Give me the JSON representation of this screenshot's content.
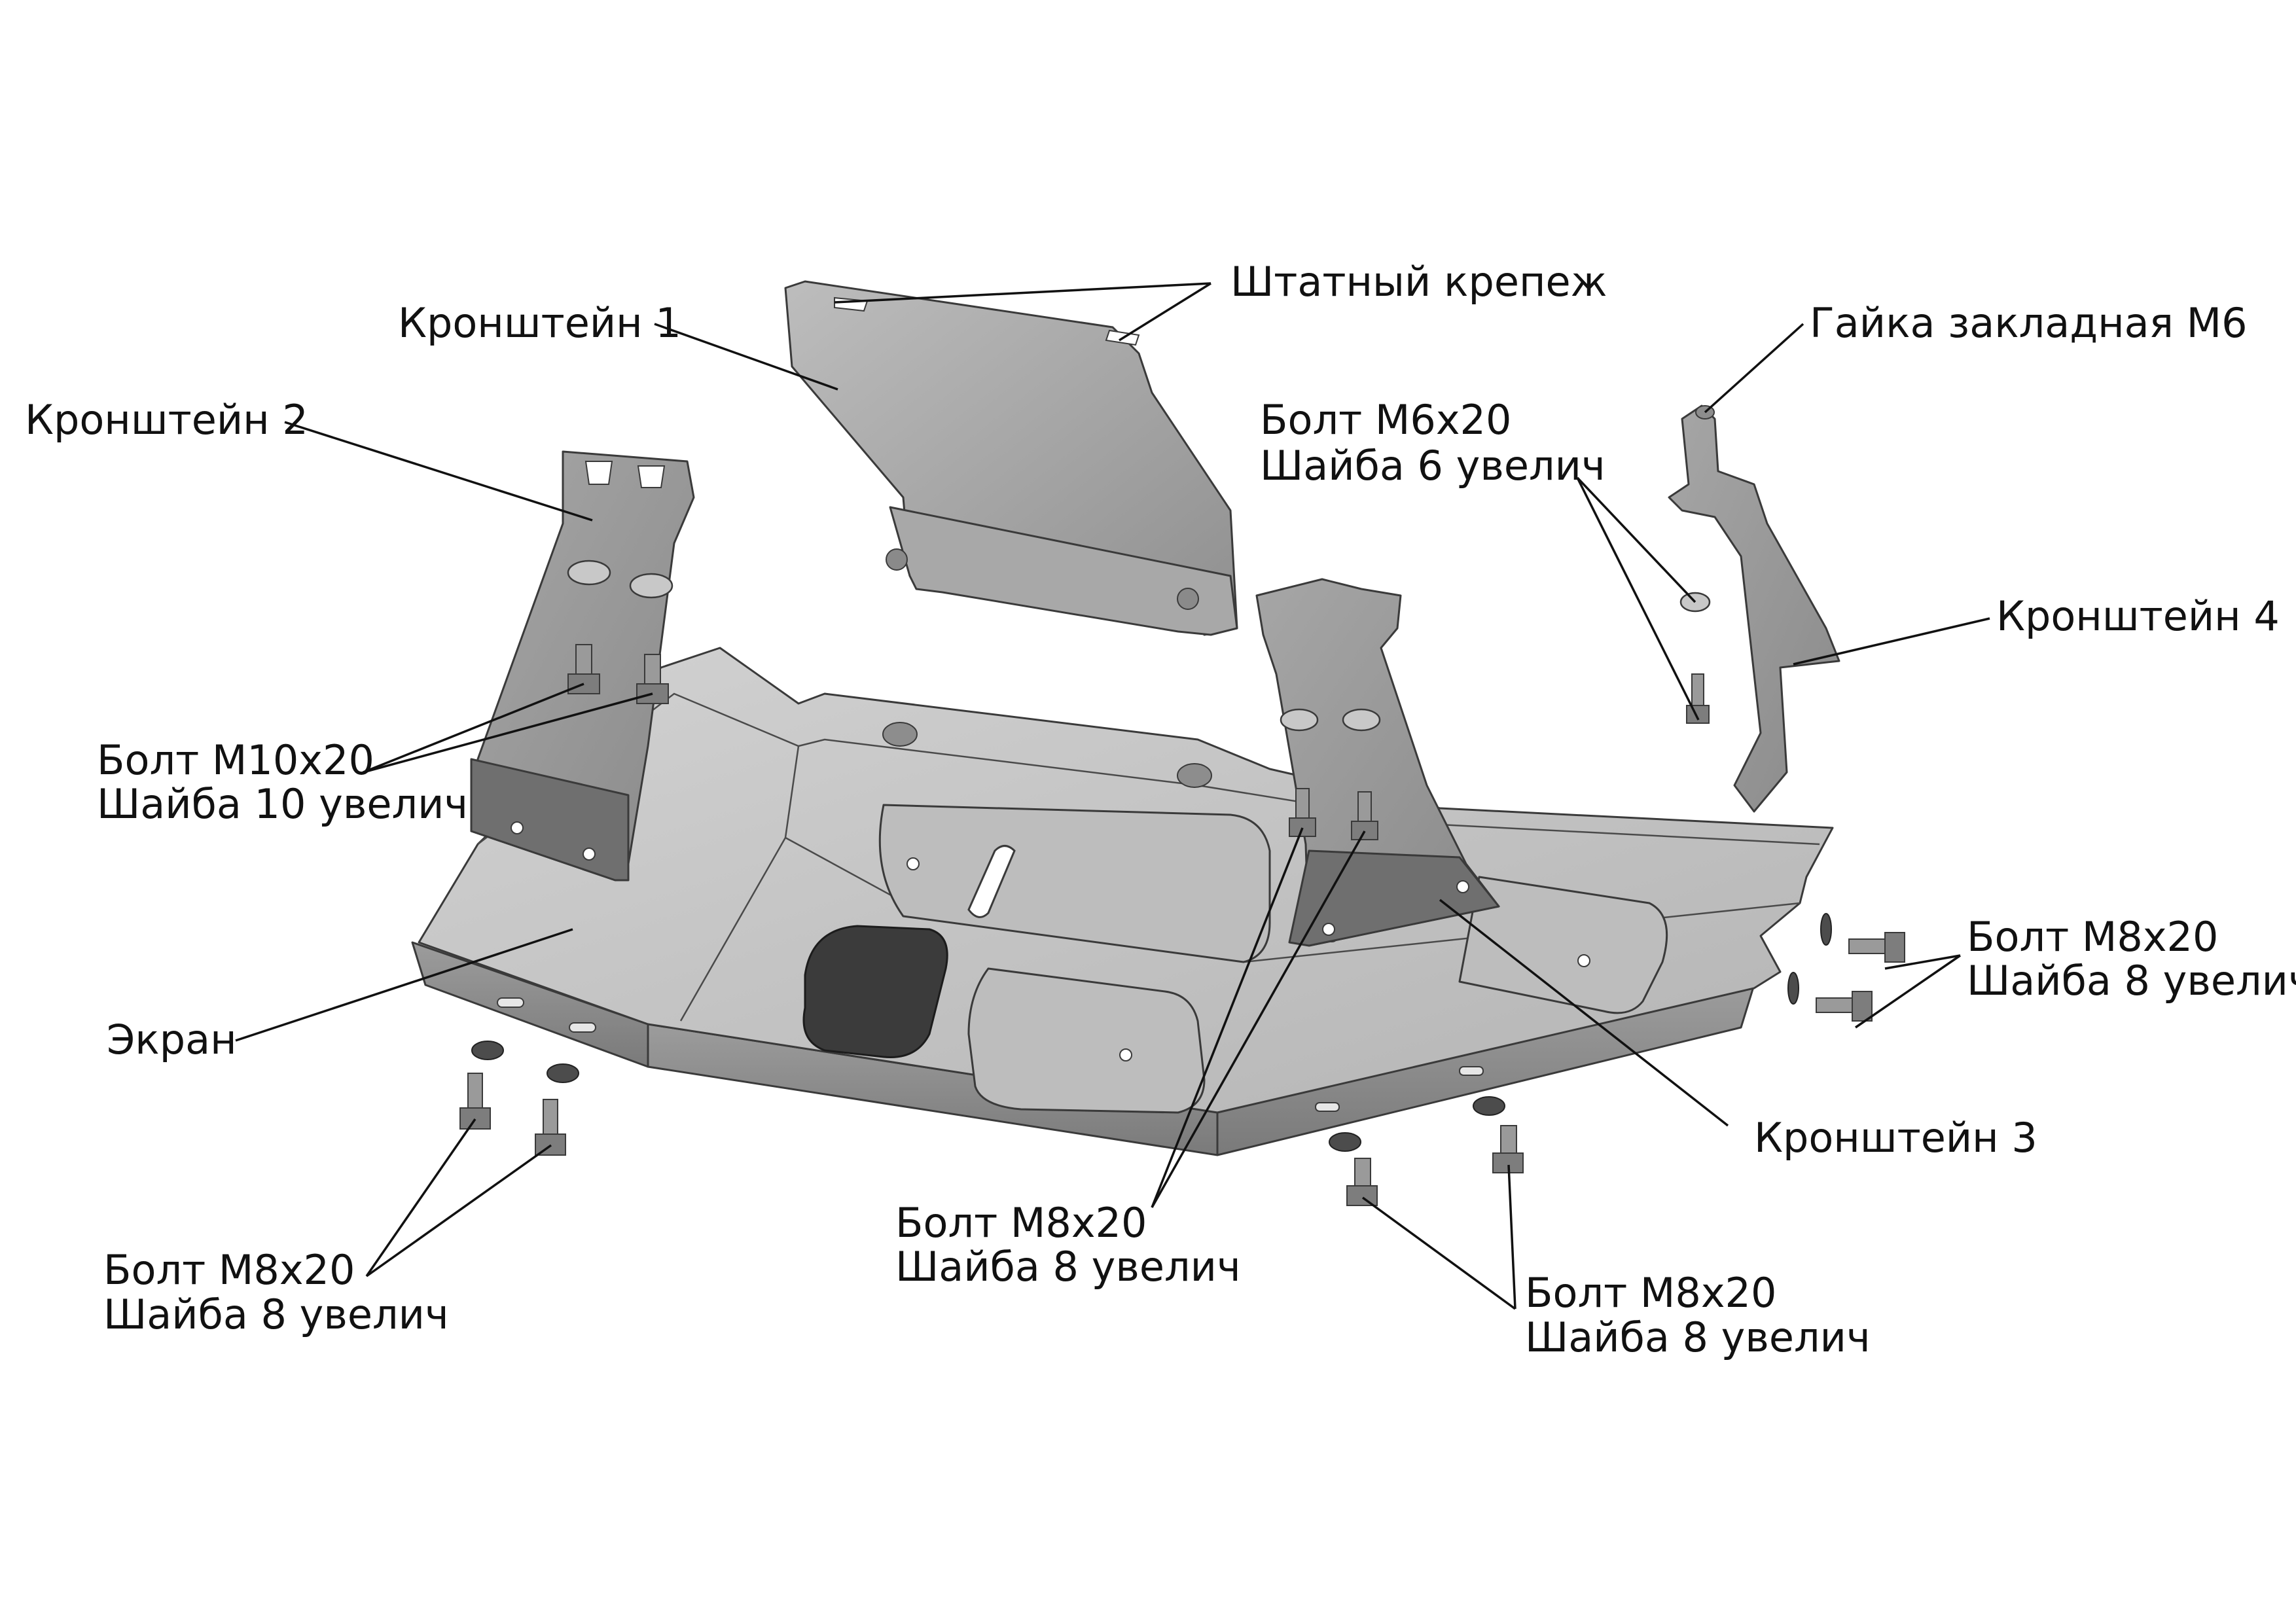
{
  "labels": {
    "standard_fasteners": "Штатный крепеж",
    "bracket_1": "Кронштейн 1",
    "bracket_2": "Кронштейн 2",
    "bracket_3": "Кронштейн 3",
    "bracket_4": "Кронштейн 4",
    "embedded_nut": "Гайка закладная М6",
    "bolt_m6_line1": "Болт М6х20",
    "bolt_m6_line2": "Шайба 6 увелич",
    "bolt_m10_line1": "Болт М10х20",
    "bolt_m10_line2": "Шайба 10 увелич",
    "screen": "Экран",
    "bolt_m8_right_line1": "Болт М8х20",
    "bolt_m8_right_line2": "Шайба 8 увелич",
    "bolt_m8_center_line1": "Болт М8х20",
    "bolt_m8_center_line2": "Шайба 8 увелич",
    "bolt_m8_left_line1": "Болт М8х20",
    "bolt_m8_left_line2": "Шайба 8 увелич",
    "bolt_m8_bottom_line1": "Болт М8х20",
    "bolt_m8_bottom_line2": "Шайба 8 увелич"
  },
  "colors": {
    "metal_light": "#c9c9c9",
    "metal_mid": "#a9a9a9",
    "metal_dark": "#7e7e7e",
    "cover_black": "#3b3b3b",
    "line": "#111111"
  }
}
